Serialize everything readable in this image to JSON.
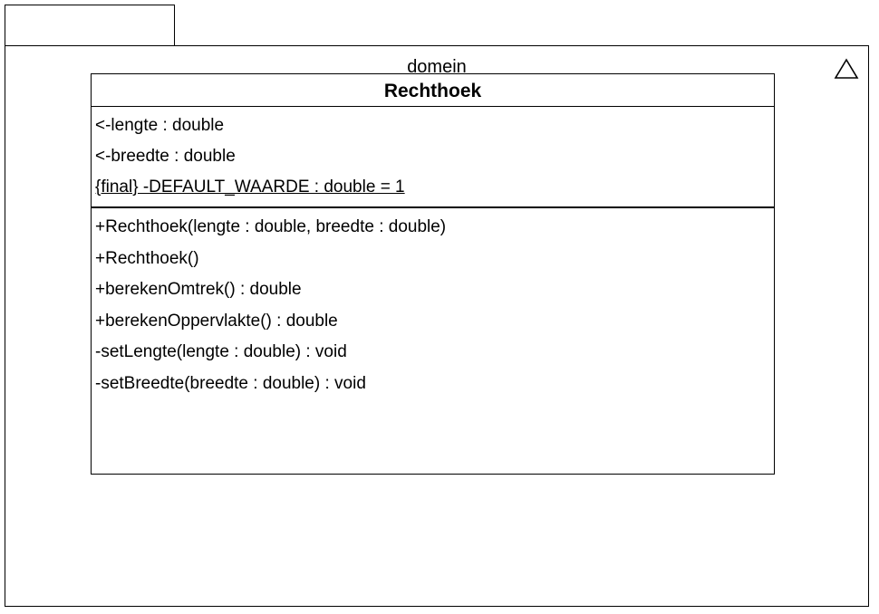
{
  "package": {
    "name": "domein"
  },
  "class": {
    "name": "Rechthoek",
    "attributes": [
      "<-lengte : double",
      "<-breedte : double",
      "{final} -DEFAULT_WAARDE : double = 1"
    ],
    "operations": [
      "+Rechthoek(lengte : double, breedte : double)",
      "+Rechthoek()",
      "+berekenOmtrek() : double",
      "+berekenOppervlakte() : double",
      "-setLengte(lengte : double) : void",
      "-setBreedte(breedte : double) : void"
    ]
  },
  "icons": {
    "package_corner": "abstract-triangle-icon"
  }
}
